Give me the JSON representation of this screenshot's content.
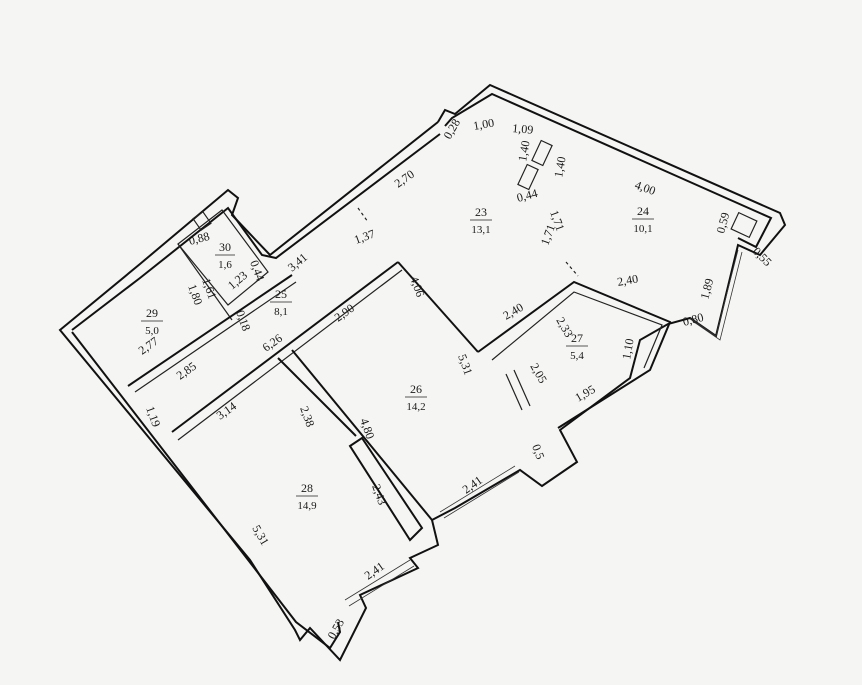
{
  "rooms": [
    {
      "number": "23",
      "area": "13,1"
    },
    {
      "number": "24",
      "area": "10,1"
    },
    {
      "number": "25",
      "area": "8,1"
    },
    {
      "number": "26",
      "area": "14,2"
    },
    {
      "number": "27",
      "area": "5,4"
    },
    {
      "number": "28",
      "area": "14,9"
    },
    {
      "number": "29",
      "area": "5,0"
    },
    {
      "number": "30",
      "area": "1,6"
    }
  ],
  "dimensions": {
    "d0_28": "0,28",
    "d1_00": "1,00",
    "d1_09": "1,09",
    "d1_40a": "1,40",
    "d1_40b": "1,40",
    "d0_44a": "0,44",
    "d2_70": "2,70",
    "d4_00": "4,00",
    "d0_59": "0,59",
    "d0_55": "0,55",
    "d1_71a": "1,71",
    "d1_71b": "1,71",
    "d1_37": "1,37",
    "d0_88": "0,88",
    "d1_61": "1,61",
    "d0_44b": "0,44",
    "d1_23": "1,23",
    "d3_41": "3,41",
    "d4_06": "4,06",
    "d1_89": "1,89",
    "d2_40a": "2,40",
    "d2_40b": "2,40",
    "d0_80": "0,80",
    "d1_80": "1,80",
    "d0_18": "0,18",
    "d2_90": "2,90",
    "d2_33": "2,33",
    "d1_10": "1,10",
    "d2_77": "2,77",
    "d6_26": "6,26",
    "d5_31a": "5,31",
    "d2_05": "2,05",
    "d2_85": "2,85",
    "d1_95": "1,95",
    "d3_14": "3,14",
    "d2_38": "2,38",
    "d1_19": "1,19",
    "d4_80": "4,80",
    "d0_5": "0,5",
    "d2_43": "2,43",
    "d2_41a": "2,41",
    "d5_31b": "5,31",
    "d2_41b": "2,41",
    "d0_53": "0,53"
  }
}
